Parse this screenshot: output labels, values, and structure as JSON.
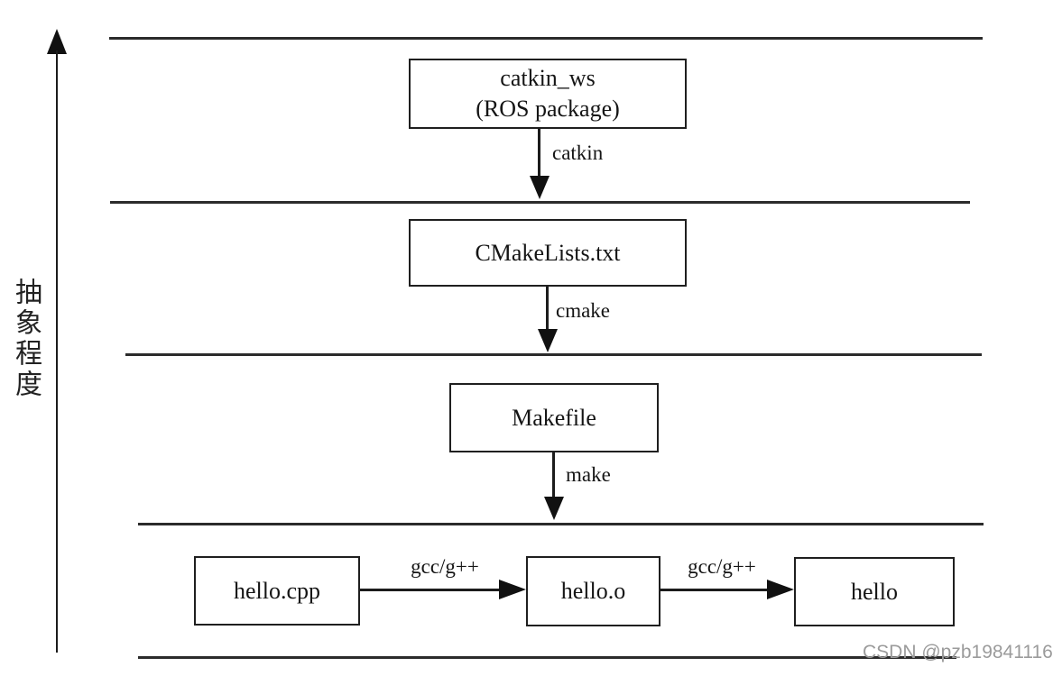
{
  "axis_label": "抽象程度",
  "watermark": "CSDN @pzb19841116",
  "boxes": {
    "catkin_ws": {
      "line1": "catkin_ws",
      "line2": "(ROS package)"
    },
    "cmakelists": {
      "line1": "CMakeLists.txt"
    },
    "makefile": {
      "line1": "Makefile"
    },
    "hello_cpp": {
      "line1": "hello.cpp"
    },
    "hello_o": {
      "line1": "hello.o"
    },
    "hello": {
      "line1": "hello"
    }
  },
  "edge_labels": {
    "catkin": "catkin",
    "cmake": "cmake",
    "make": "make",
    "gcc1": "gcc/g++",
    "gcc2": "gcc/g++"
  },
  "colors": {
    "background": "#ffffff",
    "line": "#2b2b2b",
    "box_border": "#1f1f1f",
    "text": "#151515",
    "watermark": "#9b9b9b"
  }
}
